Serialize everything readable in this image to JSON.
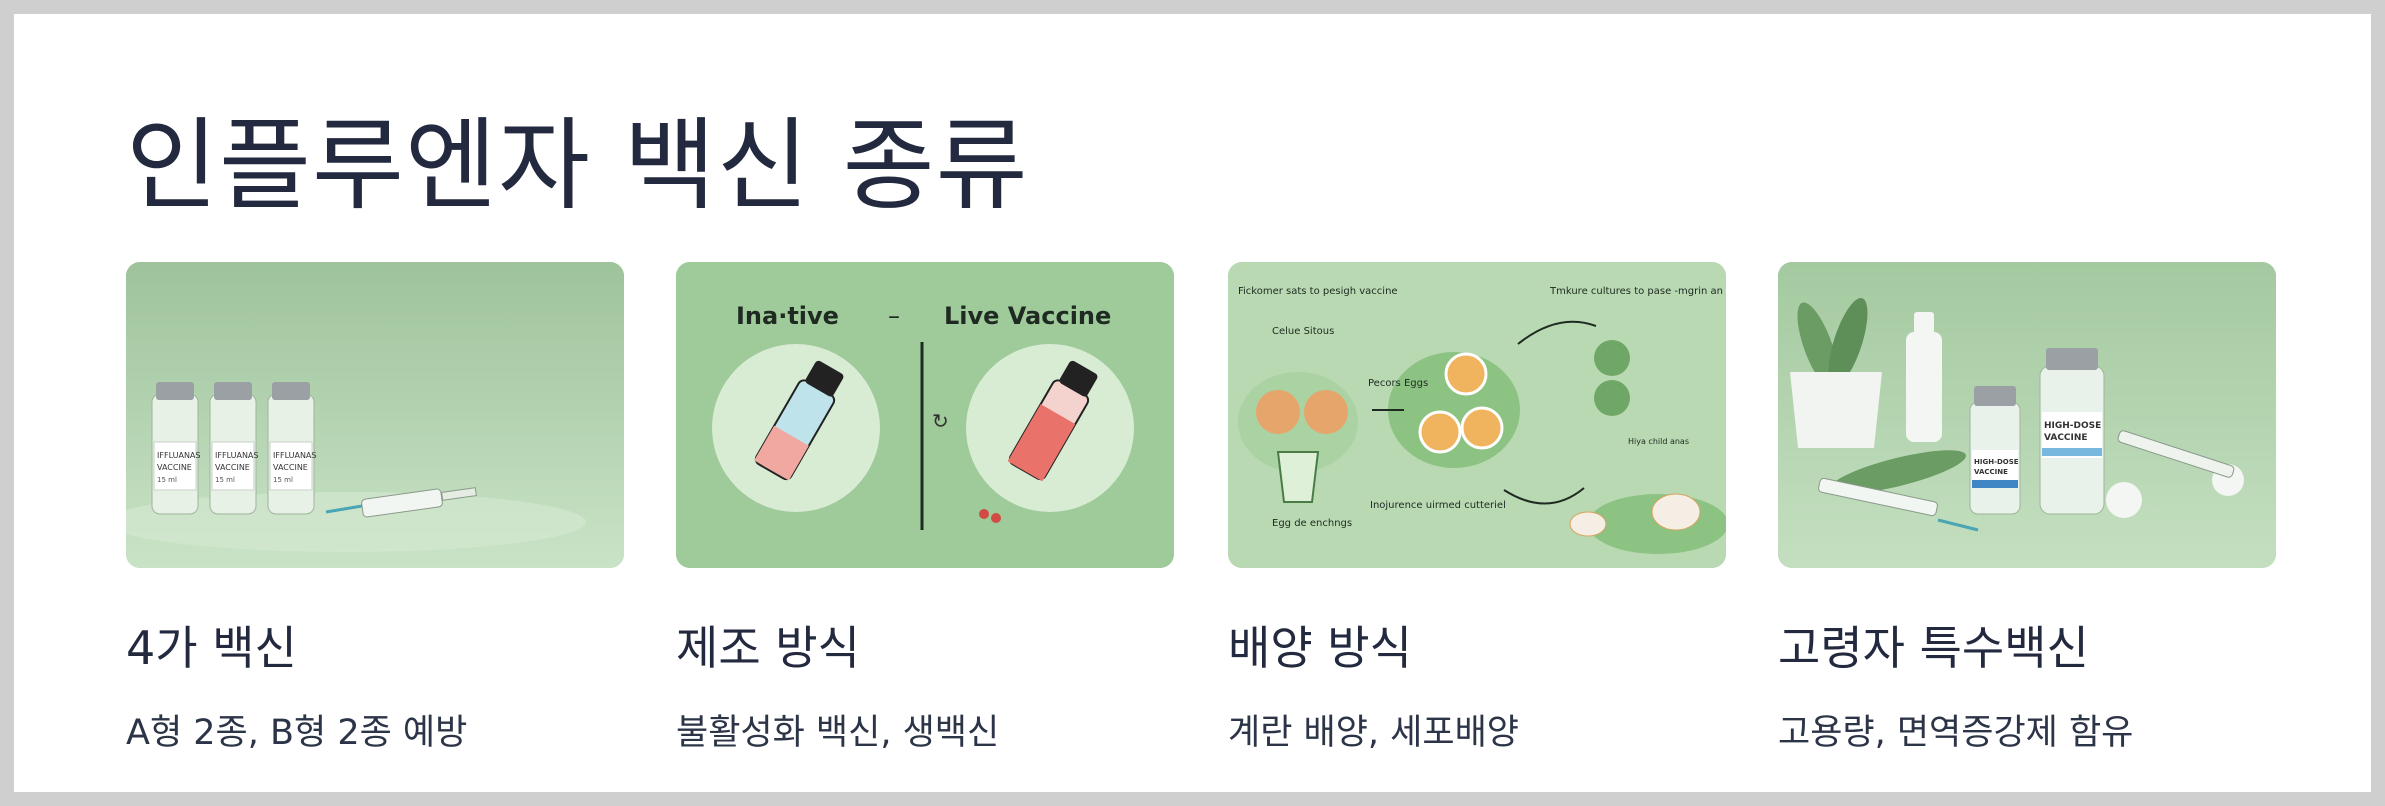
{
  "slide": {
    "title": "인플루엔자 백신 종류"
  },
  "cards": [
    {
      "heading": "4가 백신",
      "desc": "A형 2종, B형 2종 예방",
      "image_labels": {
        "vial_line1": "IFFLUANAS",
        "vial_line2": "VACCINE",
        "vial_line3": "15 ml"
      }
    },
    {
      "heading": "제조 방식",
      "desc": "불활성화 백신, 생백신",
      "image_labels": {
        "left": "Ina·tive",
        "dash": "–",
        "right": "Live Vaccine"
      }
    },
    {
      "heading": "배양 방식",
      "desc": "계란 배양, 세포배양",
      "image_labels": {
        "top_left": "Fickomer sats to pesigh vaccine",
        "top_right": "Tmkure cultures to pase -mgrin an",
        "cell": "Celue Sitous",
        "eggs": "Pecors Eggs",
        "bottom": "Inojurence uirmed cutteriel",
        "egg_label": "Egg de enchngs",
        "side": "Hiya child anas"
      }
    },
    {
      "heading": "고령자 특수백신",
      "desc": "고용량, 면역증강제 함유",
      "image_labels": {
        "vial_line1": "HIGH-DOSE",
        "vial_line2": "VACCINE"
      }
    }
  ]
}
